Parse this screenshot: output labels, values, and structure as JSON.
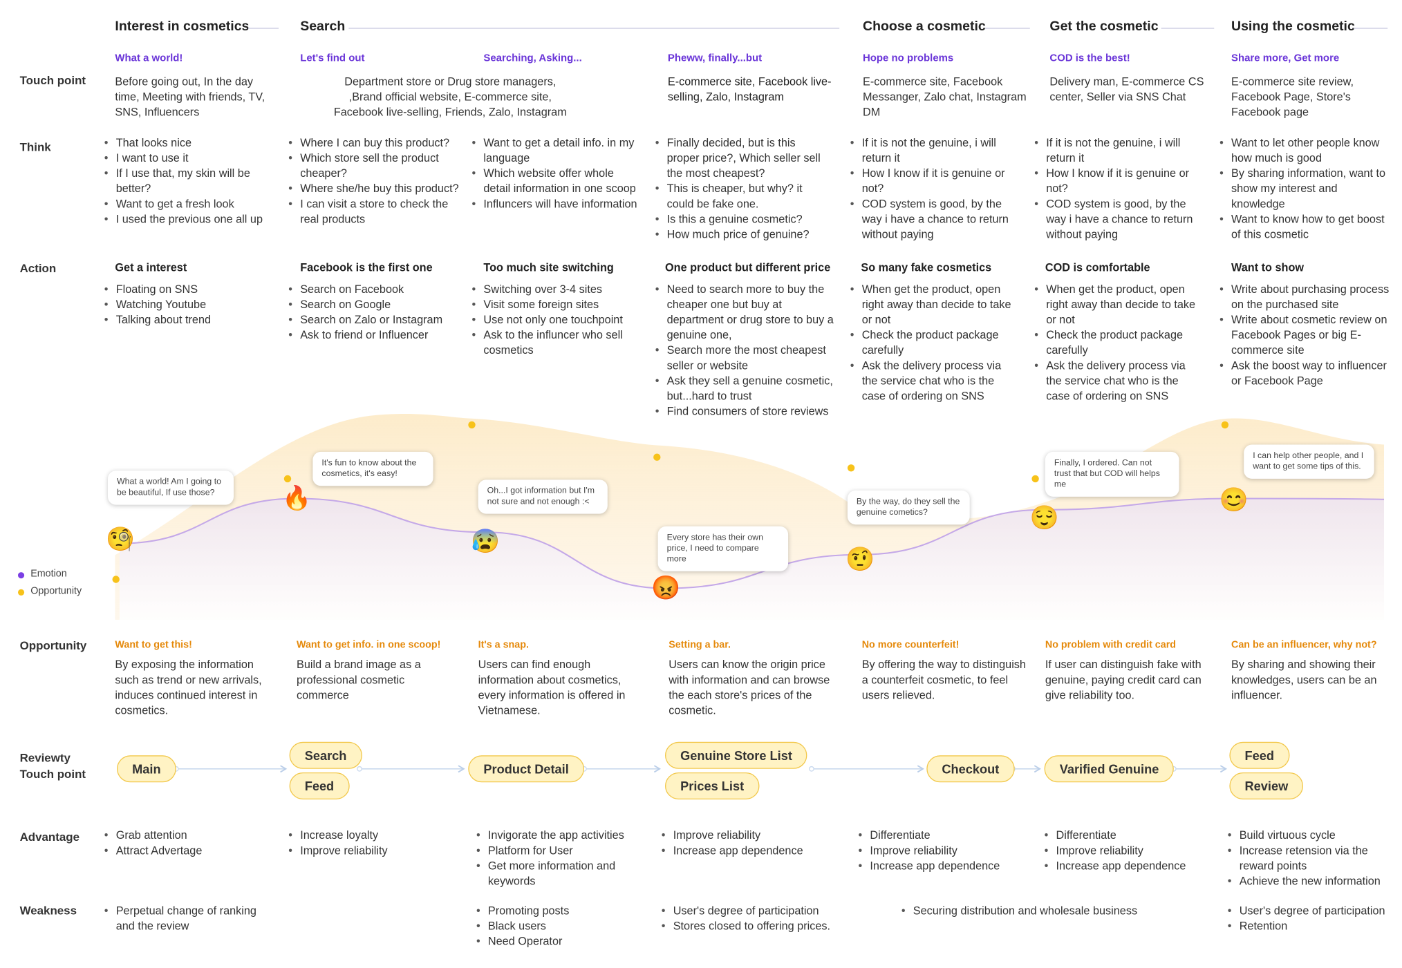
{
  "stages": [
    {
      "title": "Interest in cosmetics"
    },
    {
      "title": "Search"
    },
    {
      "title": "Choose a cosmetic"
    },
    {
      "title": "Get the cosmetic"
    },
    {
      "title": "Using the cosmetic"
    }
  ],
  "subtitles": [
    "What a world!",
    "Let's find out",
    "Searching, Asking...",
    "Pheww, finally...but",
    "Hope no problems",
    "COD is the best!",
    "Share more, Get more"
  ],
  "row_labels": {
    "touch_point": "Touch point",
    "think": "Think",
    "action": "Action",
    "opportunity": "Opportunity",
    "reviewty_line1": "Reviewty",
    "reviewty_line2": "Touch point",
    "advantage": "Advantage",
    "weakness": "Weakness"
  },
  "touch_points": [
    "Before going out, In the day time, Meeting with friends, TV, SNS, Influencers",
    "Department store or Drug store managers, ,Brand official website, E-commerce site, Facebook live-selling, Friends, Zalo, Instagram",
    "E-commerce site, Facebook live-selling, Zalo, Instagram",
    "E-commerce site, Facebook Messanger, Zalo chat, Instagram DM",
    "Delivery man, E-commerce CS center, Seller via SNS Chat",
    "E-commerce site review, Facebook Page, Store's Facebook page"
  ],
  "think": [
    [
      "That looks nice",
      "I want to use it",
      "If I use that, my skin will be better?",
      "Want to get a fresh look",
      "I used the previous one all up"
    ],
    [
      "Where I can buy this product?",
      "Which store sell the product cheaper?",
      "Where she/he buy this product?",
      "I can visit a store to check the real products"
    ],
    [
      "Want to get a detail info. in my language",
      "Which website offer whole detail information in one scoop",
      "Influncers will have information"
    ],
    [
      "Finally decided, but is this proper price?, Which seller sell the most cheapest?",
      "This is cheaper, but why? it could be fake one.",
      "Is this a genuine cosmetic?",
      "How much price of genuine?"
    ],
    [
      "If it is not the genuine, i will return it",
      "How I know if it is genuine or not?",
      "COD system is good, by the way i have a chance to return without paying"
    ],
    [
      "If it is not the genuine, i will return it",
      "How I know if it is genuine or not?",
      "COD system is good, by the way i have a chance to return without paying"
    ],
    [
      "Want to let other people know how much is good",
      "By sharing information, want to show my interest and knowledge",
      "Want to know how to get boost of this cosmetic"
    ]
  ],
  "action": [
    {
      "title": "Get a interest",
      "items": [
        "Floating on SNS",
        "Watching Youtube",
        "Talking about trend"
      ]
    },
    {
      "title": "Facebook is the first one",
      "items": [
        "Search on Facebook",
        "Search on Google",
        "Search on Zalo or Instagram",
        "Ask to friend or Influencer"
      ]
    },
    {
      "title": "Too much site switching",
      "items": [
        "Switching over 3-4 sites",
        "Visit some foreign sites",
        "Use not only one touchpoint",
        "Ask to the influncer who sell cosmetics"
      ]
    },
    {
      "title": "One product but different price",
      "items": [
        "Need to search more to buy the cheaper one but buy at department or drug store to buy a genuine one,",
        "Search more the most cheapest seller or website",
        "Ask they sell a genuine cosmetic, but...hard to trust",
        "Find consumers of store reviews"
      ]
    },
    {
      "title": "So many fake cosmetics",
      "items": [
        "When get the product, open right away than decide to take or not",
        "Check the product package carefully",
        "Ask the delivery process via the service chat who is the case of ordering on SNS"
      ]
    },
    {
      "title": "COD is comfortable",
      "items": [
        "When get the product, open right away than decide to take or not",
        "Check the product package carefully",
        "Ask the delivery process via the service chat who is the case of ordering on SNS"
      ]
    },
    {
      "title": "Want to show",
      "items": [
        "Write about purchasing process on the purchased site",
        "Write about cosmetic review on Facebook Pages or big E-commerce site",
        "Ask the boost way to influencer or Facebook Page"
      ]
    }
  ],
  "bubbles": [
    "What a world! Am I going to be beautiful, If use those?",
    "It's fun to know about the cosmetics, it's easy!",
    "Oh...I got information but I'm not sure and not enough :<",
    "Every store has their own price, I need to compare more",
    "By the way, do they sell the genuine cometics?",
    "Finally, I ordered. Can not trust that but COD will helps me",
    "I can help other people, and I want to get some tips of this."
  ],
  "emojis": [
    {
      "name": "monocle-face-icon",
      "glyph": "🧐"
    },
    {
      "name": "fire-icon",
      "glyph": "🔥"
    },
    {
      "name": "anxious-face-icon",
      "glyph": "😰"
    },
    {
      "name": "angry-face-icon",
      "glyph": "😡"
    },
    {
      "name": "raised-eyebrow-face-icon",
      "glyph": "🤨"
    },
    {
      "name": "relieved-face-icon",
      "glyph": "😌"
    },
    {
      "name": "smiling-face-icon",
      "glyph": "😊"
    }
  ],
  "legend": {
    "emotion": "Emotion",
    "opportunity": "Opportunity"
  },
  "colors": {
    "emotion": "#7b3fe4",
    "opportunity": "#f7c21a",
    "subtitle": "#6a35d8",
    "opportunity_title": "#e5890a",
    "pill_fill": "#fff3c4",
    "pill_border": "#f2c84b"
  },
  "opportunity": [
    {
      "title": "Want to get this!",
      "text": "By exposing the information such as trend or new arrivals, induces continued interest in cosmetics."
    },
    {
      "title": "Want to get info. in one scoop!",
      "text": "Build a brand image as a professional cosmetic commerce"
    },
    {
      "title": "It's a snap.",
      "text": "Users can find enough information about cosmetics, every information is offered in Vietnamese."
    },
    {
      "title": "Setting a bar.",
      "text": "Users can know the origin price with information and can browse the each store's prices of the cosmetic."
    },
    {
      "title": "No more counterfeit!",
      "text": "By offering the way to distinguish a counterfeit cosmetic, to feel users relieved."
    },
    {
      "title": "No problem with credit card",
      "text": "If user can distinguish fake with genuine, paying credit card can give reliability too."
    },
    {
      "title": "Can be an influencer, why not?",
      "text": "By sharing and showing their knowledges, users can be an influencer."
    }
  ],
  "pills": [
    "Main",
    "Search",
    "Feed",
    "Product Detail",
    "Genuine Store List",
    "Prices List",
    "Checkout",
    "Varified Genuine",
    "Feed",
    "Review"
  ],
  "advantage": [
    [
      "Grab attention",
      "Attract Advertage"
    ],
    [
      "Increase loyalty",
      "Improve reliability"
    ],
    [
      "Invigorate the app activities",
      "Platform for User",
      "Get more information and keywords"
    ],
    [
      "Improve reliability",
      "Increase app dependence"
    ],
    [
      "Differentiate",
      "Improve reliability",
      "Increase app dependence"
    ],
    [
      "Differentiate",
      "Improve reliability",
      "Increase app dependence"
    ],
    [
      "Build virtuous cycle",
      "Increase retension via the reward points",
      "Achieve the new information"
    ]
  ],
  "weakness": [
    [
      "Perpetual change of ranking and the review"
    ],
    [
      "Promoting posts",
      "Black users",
      "Need Operator"
    ],
    [
      "User's  degree of participation",
      "Stores closed to offering prices."
    ],
    [
      "Securing distribution and wholesale business"
    ],
    [
      "User's  degree of participation",
      "Retention"
    ]
  ],
  "chart_data": {
    "type": "line",
    "x": [
      "Interest",
      "Let's find out",
      "Searching, Asking",
      "Pheww, finally",
      "Hope no problems",
      "COD is the best",
      "Share more"
    ],
    "series": [
      {
        "values": [
          2,
          4,
          2.5,
          0,
          1.5,
          3.5,
          4
        ]
      },
      {
        "values": [
          0.5,
          3.3,
          4.8,
          3.9,
          3.6,
          3.3,
          4.8
        ]
      }
    ],
    "legend_placement": "left",
    "grid": false
  }
}
